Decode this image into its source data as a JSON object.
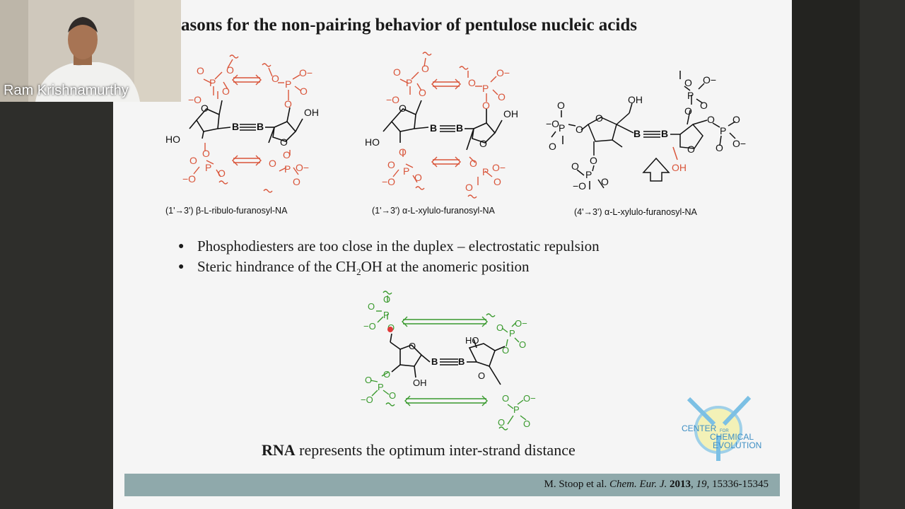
{
  "meeting": {
    "participant_name": "Ram Krishnamurthy"
  },
  "slide": {
    "title": "asons for the non-pairing behavior of pentulose nucleic acids",
    "structures": [
      {
        "label": "(1'→3') β-L-ribulo-furanosyl-NA"
      },
      {
        "label": "(1'→3') α-L-xylulo-furanosyl-NA"
      },
      {
        "label": "(4'→3') α-L-xylulo-furanosyl-NA"
      }
    ],
    "bullets": [
      "Phosphodiesters are too close in the duplex – electrostatic repulsion",
      "Steric hindrance of the CH₂OH at the anomeric position"
    ],
    "bullet2_parts": {
      "pre": "Steric hindrance of the CH",
      "sub": "2",
      "post": "OH at the anomeric position"
    },
    "rna_caption": {
      "bold": "RNA",
      "rest": " represents the optimum inter-strand distance"
    },
    "citation": {
      "authors": "M. Stoop et al. ",
      "journal": "Chem. Eur. J.",
      "year": " 2013",
      "volume": "19",
      "pages": ", 15336-15345"
    },
    "logo": {
      "line1": "CENTER",
      "line2": "FOR",
      "line3": "CHEMICAL",
      "line4": "EVOLUTION"
    },
    "atoms": {
      "B": "B",
      "HO": "HO",
      "OH": "OH",
      "O": "O",
      "P": "P",
      "Ominus": "O−",
      "minusO": "−O"
    },
    "colors": {
      "phosphate_red": "#d9553a",
      "phosphate_green": "#3a9a2e",
      "bond_black": "#111111",
      "citation_bar": "#8fa9ab"
    }
  }
}
